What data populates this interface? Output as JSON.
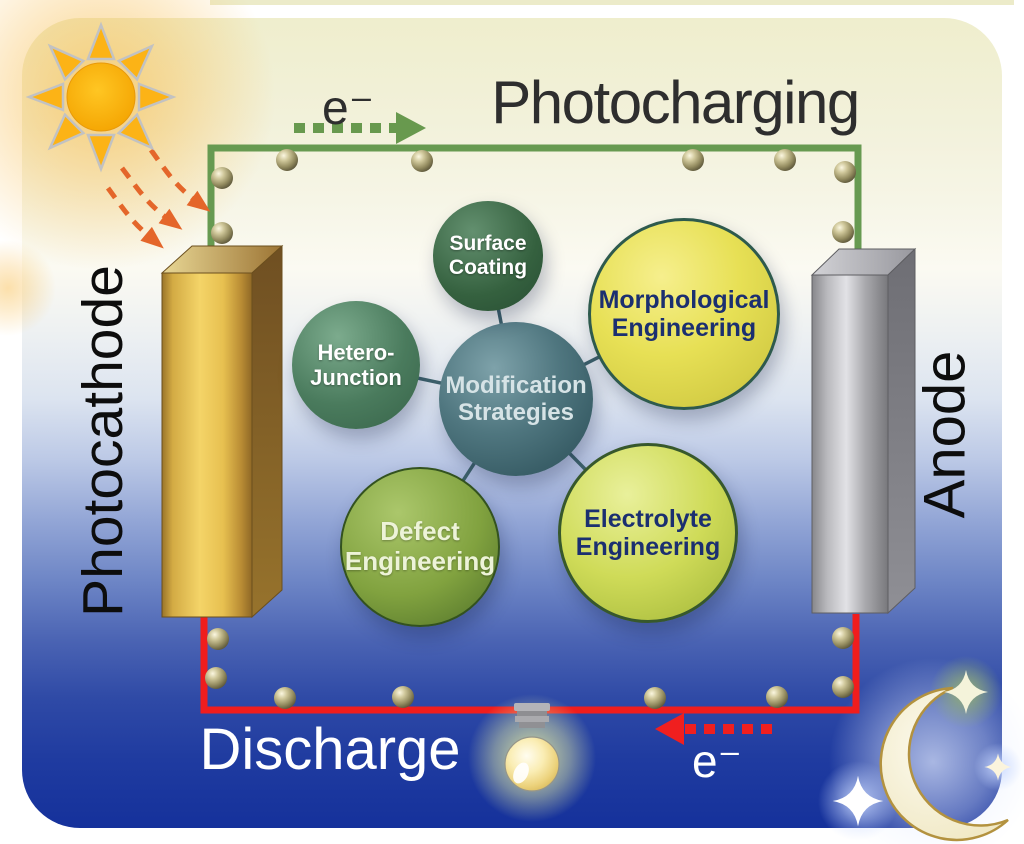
{
  "figure": {
    "top_process_label": "Photocharging",
    "top_electron_label": "e⁻",
    "bottom_process_label": "Discharge",
    "bottom_electron_label": "e⁻",
    "left_electrode_label": "Photocathode",
    "right_electrode_label": "Anode"
  },
  "strategy_map": {
    "center": {
      "label": "Modification\nStrategies"
    },
    "nodes": [
      {
        "id": "surface-coating",
        "label": "Surface\nCoating"
      },
      {
        "id": "hetero-junction",
        "label": "Hetero-\nJunction"
      },
      {
        "id": "morphological-engineering",
        "label": "Morphological\nEngineering"
      },
      {
        "id": "defect-engineering",
        "label": "Defect\nEngineering"
      },
      {
        "id": "electrolyte-engineering",
        "label": "Electrolyte\nEngineering"
      }
    ]
  },
  "icons": {
    "sun": "sun-icon",
    "moon": "moon-icon",
    "stars": "star-icon",
    "light_bulb": "light-bulb-icon",
    "electron_spheres": "electron-sphere-icon"
  },
  "colors": {
    "charge_wire_green": "#679a51",
    "discharge_wire_red": "#f01d1d",
    "photon_arrow_orange": "#e4662a",
    "night_sky_blue": "#16339c",
    "day_cream": "#efeecd",
    "center_bubble_teal": "#41666e",
    "morphological_yellow": "#e2db52",
    "electrolyte_yellow_green": "#cdd957",
    "defect_olive": "#7fa03c",
    "surface_dark_green": "#31593f",
    "hetero_green": "#47785c",
    "photocathode_gold": "#e9c654",
    "anode_gray": "#b9b9bd"
  }
}
